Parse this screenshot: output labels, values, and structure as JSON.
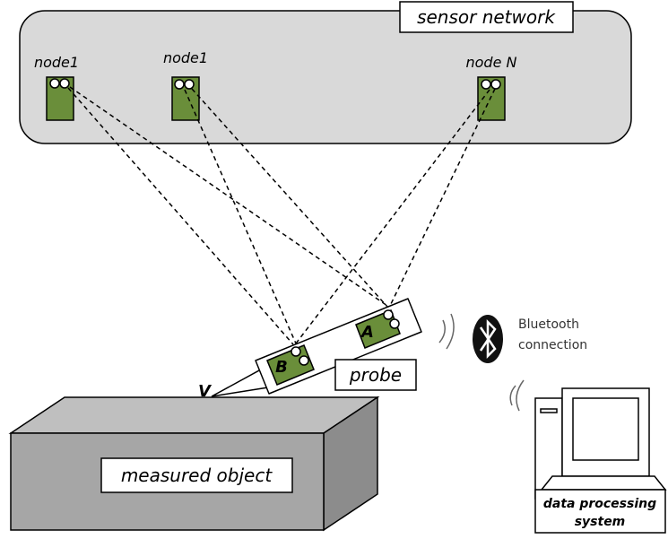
{
  "network": {
    "title": "sensor network",
    "nodes": [
      {
        "label": "node1"
      },
      {
        "label": "node1"
      },
      {
        "label": "node N"
      }
    ]
  },
  "probe": {
    "label": "probe",
    "point_a": "A",
    "point_b": "B",
    "tip": "V"
  },
  "object": {
    "label": "measured object"
  },
  "bluetooth": {
    "line1": "Bluetooth",
    "line2": "connection",
    "icon": "bluetooth-icon"
  },
  "computer": {
    "line1": "data processing",
    "line2": "system"
  },
  "colors": {
    "node_green": "#6a8e3a",
    "network_fill": "#d9d9d9",
    "box_fill": "#d9d9d9"
  }
}
